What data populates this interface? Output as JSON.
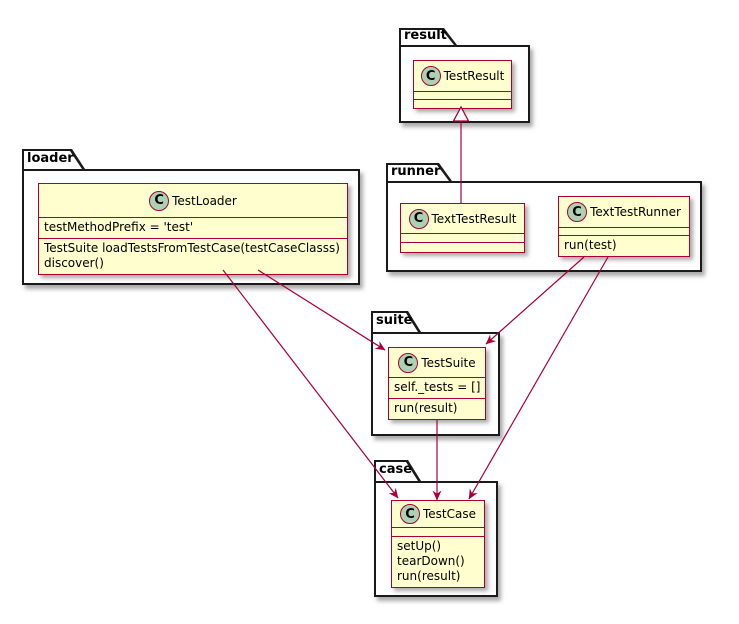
{
  "diagram": {
    "kind": "uml-class-diagram",
    "class_icon": {
      "letter": "C",
      "fill": "#ADD1B2",
      "border": "#A80036"
    },
    "colors": {
      "class_fill": "#FEFECE",
      "class_border": "#A80036",
      "edge": "#A80036",
      "package_border": "#1a1a1a",
      "background": "#ffffff"
    },
    "packages": {
      "result": {
        "label": "result"
      },
      "loader": {
        "label": "loader"
      },
      "runner": {
        "label": "runner"
      },
      "suite": {
        "label": "suite"
      },
      "case": {
        "label": "case"
      }
    },
    "classes": {
      "test_result": {
        "name": "TestResult",
        "attributes": [],
        "methods": []
      },
      "test_loader": {
        "name": "TestLoader",
        "attributes": [
          "testMethodPrefix = 'test'"
        ],
        "methods": [
          "TestSuite loadTestsFromTestCase(testCaseClasss)",
          "discover()"
        ]
      },
      "text_test_result": {
        "name": "TextTestResult",
        "attributes": [],
        "methods": []
      },
      "text_test_runner": {
        "name": "TextTestRunner",
        "attributes": [],
        "methods": [
          "run(test)"
        ]
      },
      "test_suite": {
        "name": "TestSuite",
        "attributes": [
          "self._tests = []"
        ],
        "methods": [
          "run(result)"
        ]
      },
      "test_case": {
        "name": "TestCase",
        "attributes": [],
        "methods": [
          "setUp()",
          "tearDown()",
          "run(result)"
        ]
      }
    },
    "relations": [
      {
        "from": "TextTestResult",
        "to": "TestResult",
        "type": "extends"
      },
      {
        "from": "TestLoader",
        "to": "TestSuite",
        "type": "arrow"
      },
      {
        "from": "TestLoader",
        "to": "TestCase",
        "type": "arrow"
      },
      {
        "from": "TextTestRunner",
        "to": "TestSuite",
        "type": "arrow"
      },
      {
        "from": "TextTestRunner",
        "to": "TestCase",
        "type": "arrow"
      },
      {
        "from": "TestSuite",
        "to": "TestCase",
        "type": "arrow"
      }
    ]
  }
}
